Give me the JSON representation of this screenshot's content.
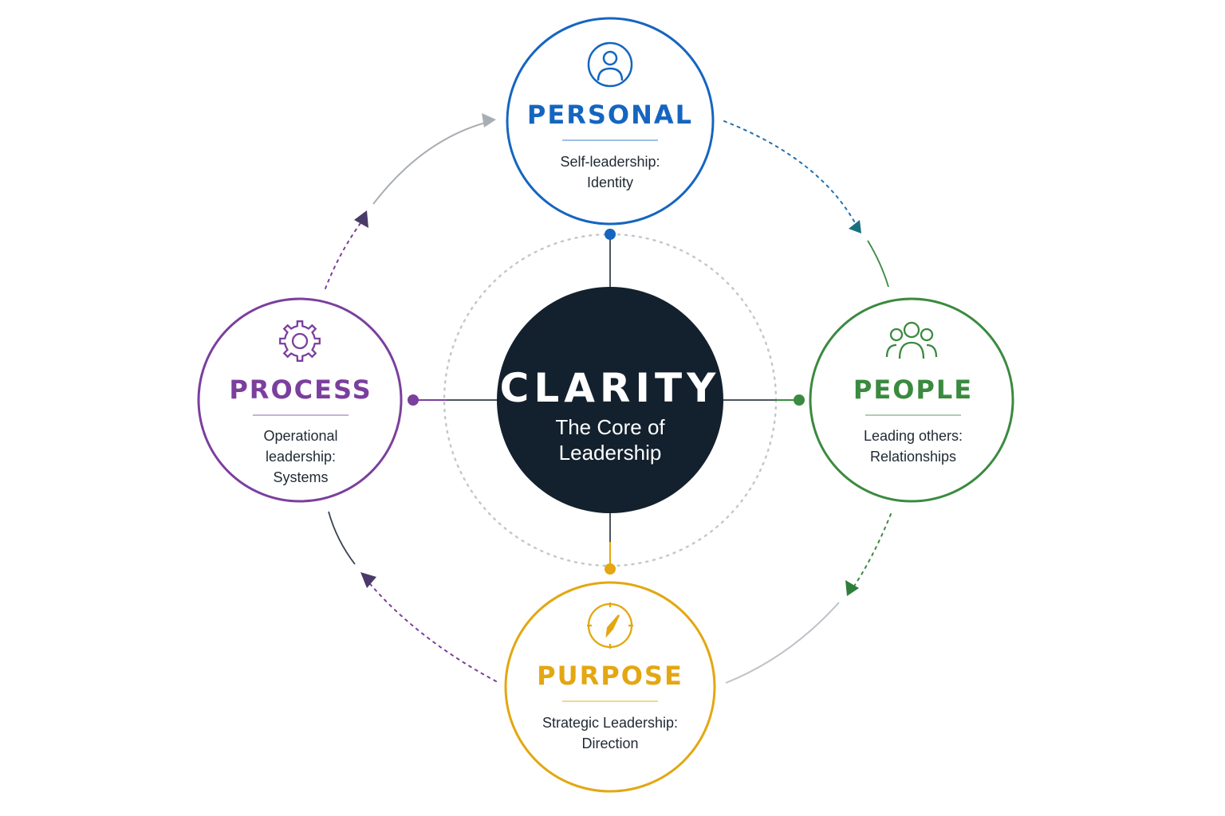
{
  "core": {
    "title": "CLARITY",
    "subtitle_line1": "The Core of",
    "subtitle_line2": "Leadership",
    "color": "#13202d"
  },
  "nodes": {
    "personal": {
      "title": "PERSONAL",
      "desc_line1": "Self-leadership:",
      "desc_line2": "Identity",
      "icon": "person-icon",
      "color": "#1565c0"
    },
    "people": {
      "title": "PEOPLE",
      "desc_line1": "Leading others:",
      "desc_line2": "Relationships",
      "icon": "group-icon",
      "color": "#3a8a3f"
    },
    "purpose": {
      "title": "PURPOSE",
      "desc_line1": "Strategic Leadership:",
      "desc_line2": "Direction",
      "icon": "compass-icon",
      "color": "#e3a712"
    },
    "process": {
      "title": "PROCESS",
      "desc_line1": "Operational",
      "desc_line2": "leadership:",
      "desc_line3": "Systems",
      "icon": "gear-icon",
      "color": "#7b3f9e"
    }
  }
}
